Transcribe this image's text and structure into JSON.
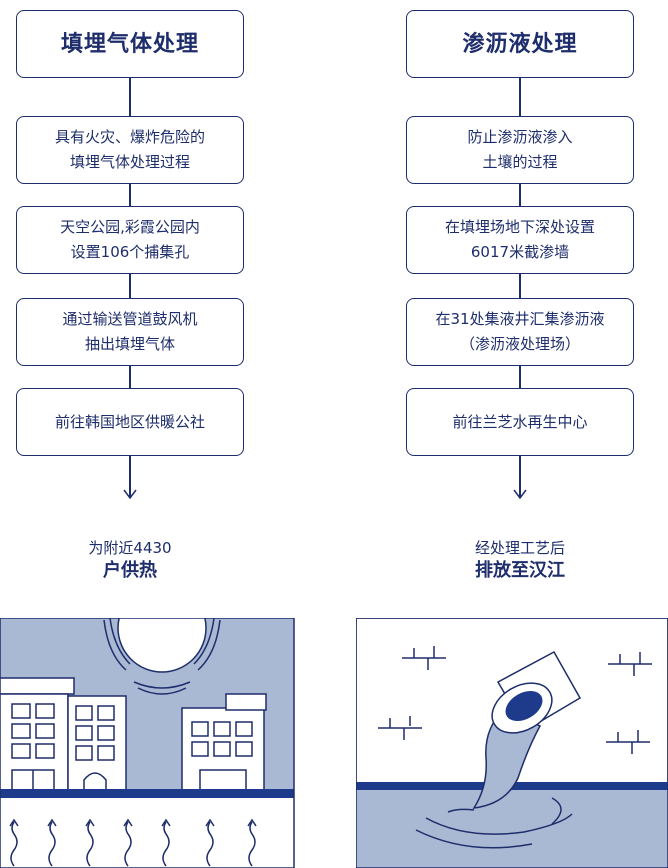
{
  "colors": {
    "navy": "#1e2d6b",
    "panel": "#a9b9d3",
    "accent": "#1e3a8a",
    "white": "#ffffff"
  },
  "left": {
    "title": "填埋气体处理",
    "steps": [
      [
        "具有火灾、爆炸危险的",
        "填埋气体处理过程"
      ],
      [
        "天空公园,彩霞公园内",
        "设置106个捕集孔"
      ],
      [
        "通过输送管道鼓风机",
        "抽出填埋气体"
      ],
      [
        "前往韩国地区供暖公社"
      ]
    ],
    "result_sub": "为附近4430",
    "result_main": "户供热"
  },
  "right": {
    "title": "渗沥液处理",
    "steps": [
      [
        "防止渗沥液渗入",
        "土壤的过程"
      ],
      [
        "在填埋场地下深处设置",
        "6017米截渗墙"
      ],
      [
        "在31处集液井汇集渗沥液",
        "（渗沥液处理场）"
      ],
      [
        "前往兰芝水再生中心"
      ]
    ],
    "result_sub": "经处理工艺后",
    "result_main": "排放至汉江"
  },
  "illustrations": {
    "left_icon": "city-heating-illustration",
    "right_icon": "pipe-discharge-river-illustration"
  }
}
